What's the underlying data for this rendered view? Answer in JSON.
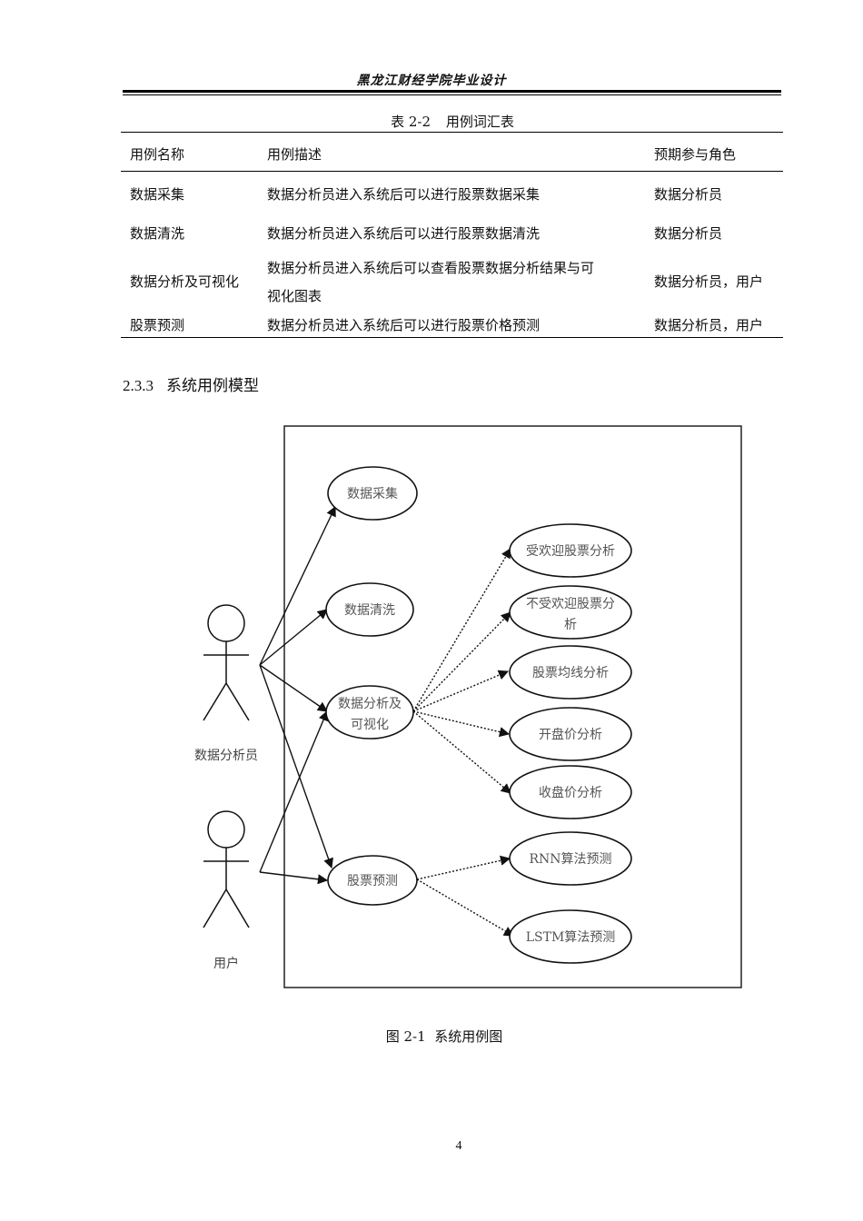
{
  "header": {
    "title": "黑龙江财经学院毕业设计"
  },
  "table": {
    "caption_label": "表 2-2",
    "caption_title": "用例词汇表",
    "columns": [
      "用例名称",
      "用例描述",
      "预期参与角色"
    ],
    "rows": [
      {
        "name": "数据采集",
        "desc_lines": [
          "数据分析员进入系统后可以进行股票数据采集"
        ],
        "actor": "数据分析员"
      },
      {
        "name": "数据清洗",
        "desc_lines": [
          "数据分析员进入系统后可以进行股票数据清洗"
        ],
        "actor": "数据分析员"
      },
      {
        "name": "数据分析及可视化",
        "desc_lines": [
          "数据分析员进入系统后可以查看股票数据分析结果与可",
          "视化图表"
        ],
        "actor": "数据分析员，用户"
      },
      {
        "name": "股票预测",
        "desc_lines": [
          "数据分析员进入系统后可以进行股票价格预测"
        ],
        "actor": "数据分析员，用户"
      }
    ]
  },
  "section": {
    "number": "2.3.3",
    "title": "系统用例模型"
  },
  "diagram": {
    "actors": {
      "analyst": "数据分析员",
      "user": "用户"
    },
    "use_cases": {
      "collect": [
        "数据采集"
      ],
      "clean": [
        "数据清洗"
      ],
      "analyze": [
        "数据分析及",
        "可视化"
      ],
      "predict": [
        "股票预测"
      ],
      "popular": [
        "受欢迎股票分析"
      ],
      "unpopular": [
        "不受欢迎股票分",
        "析"
      ],
      "ma": [
        "股票均线分析"
      ],
      "open": [
        "开盘价分析"
      ],
      "close": [
        "收盘价分析"
      ],
      "rnn": [
        "RNN算法预测"
      ],
      "lstm": [
        "LSTM算法预测"
      ]
    }
  },
  "figure": {
    "label": "图 2-1",
    "title": "系统用例图"
  },
  "page_number": "4"
}
